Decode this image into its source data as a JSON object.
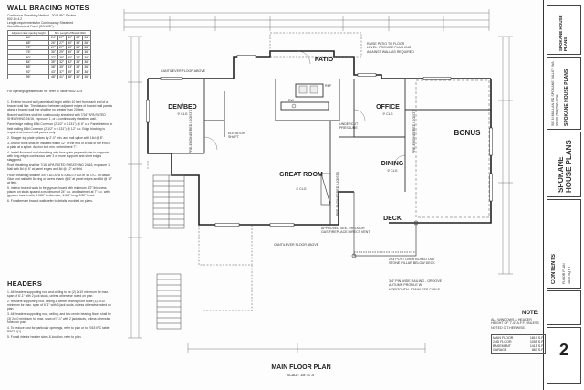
{
  "left_panel": {
    "title": "WALL BRACING NOTES",
    "method_lines": [
      "Continuous Sheathing Method - 2015 IRC Section",
      "602.10.4.2",
      "Length requirements for Continuously Sheathed",
      "Wood Structural Panel (CS-WSP)"
    ],
    "table_header": [
      "Adjacent clear opening height",
      "Min. Length of Braced Wall"
    ],
    "table_rows": [
      [
        "64\"",
        "24\"",
        "27\"",
        "30\"",
        "33\"",
        "36\""
      ],
      [
        "68\"",
        "26\"",
        "27\"",
        "30\"",
        "33\"",
        "36\""
      ],
      [
        "72\"",
        "27\"",
        "27\"",
        "30\"",
        "33\"",
        "36\""
      ],
      [
        "76\"",
        "30\"",
        "29\"",
        "30\"",
        "33\"",
        "36\""
      ],
      [
        "80\"",
        "32\"",
        "30\"",
        "30\"",
        "33\"",
        "36\""
      ],
      [
        "84\"",
        "35\"",
        "32\"",
        "32\"",
        "33\"",
        "36\""
      ],
      [
        "88\"",
        "38\"",
        "35\"",
        "33\"",
        "33\"",
        "36\""
      ],
      [
        "92\"",
        "43\"",
        "37\"",
        "35\"",
        "35\"",
        "36\""
      ],
      [
        "96\"",
        "48\"",
        "41\"",
        "38\"",
        "36\"",
        "36\""
      ]
    ],
    "opening_note": "For openings greater than 96\" refer to Table R602.10.5",
    "numbered_notes": [
      "1. Exterior braced wall panel shall begin within 10 feet from each end of a braced wall line. The distance between adjacent edges of braced wall panels along a braced wall line shall be no greater than 20 feet.",
      "Braced wall lines shall be continuously sheathed with 7/16\" APA RATED SHEATHING 24/16, exposure 1, or a continuously sheathed wall.",
      "Panel edge nailing 8 8d Common (2-1/2\" x 0.131\") @ 6\" o.c. Panel interior or field nailing 8 8d Common (2-1/2\" x 0.131\") @ 12\" o.c. Edge blocking is required at braced wall panels only.",
      "2. Stagger top plate splices by 2'-0\" min. and nail splice with 16d @ 8\".",
      "3. Anchor bolts shall be installed within 12\" of the end of a wall or the end of a plate at a splice. Anchor bolt min. embedment 7\".",
      "4. Install floor and roof sheathing with face grain perpendicular to supports with long edges continuous over 3 or more supports and short edges staggered.",
      "Roof sheathing shall be 7/16\" APA RATED SHEATHING 24/16, exposure 1. Nail with 8d @ 6\" at panel edges and 8d @ 12\" at field.",
      "Floor sheathing shall be 3/4\" T&G APA STURD-I-FLOOR 48 O.C. on basal. Glue and nail with 8d ring or screw shank @ 6\" at panel edges and 8d @ 12\" at field.",
      "5. Interior braced walls to be gypsum board with minimum 1/2\" thickness placed on studs spaced a maximum of 24\" o.c. and fastened at 7\" o.c. with gypsum board nails, 0.086\" in diameter, 1-5/8\" long, 9/32\" head.",
      "6. For alternate braced walls refer to details provided on plans."
    ],
    "headers_title": "HEADERS",
    "header_notes": [
      "1. All headers supporting roof and ceiling to be (2) 2x10 minimum for max. span of 6'-1\" with 2 jack studs, unless otherwise noted on plan.",
      "2. Headers supporting roof, ceiling & center bearing floor to be (3) 2x10 minimum for max. span of 6'-1\" with 3 jack studs, unless otherwise noted on plan.",
      "3. All headers supporting roof, ceiling, and two center bearing floors shall be (3) 2x10 minimum for max. span of 5'-1\" with 2 jack studs, unless otherwise noted on plan.",
      "4. To reduce cost for particular openings, refer to plan or to 2015 IRC table R502.5(1).",
      "5. For all interior header sizes & location, refer to plan."
    ]
  },
  "plan": {
    "rooms": [
      {
        "name": "PATIO",
        "sub": ""
      },
      {
        "name": "DEN/BED",
        "sub": "9' CLG"
      },
      {
        "name": "OFFICE",
        "sub": "9' CLG"
      },
      {
        "name": "BONUS",
        "sub": ""
      },
      {
        "name": "GREAT ROOM",
        "sub": "8' CLG"
      },
      {
        "name": "DINING",
        "sub": "9' CLG"
      },
      {
        "name": "DECK",
        "sub": ""
      }
    ],
    "callouts": [
      "RAISE PATIO TO FLOOR LEVEL. PROVIDE FLASHING AGAINST WALL AS REQUIRED",
      "ELEVATOR SHAFT",
      "UNDERCUT PRESSURE",
      "DW",
      "REF",
      "PRE-ENGINEERED I-JOISTS",
      "PRE-ENGINEERED I-JOISTS",
      "PRE-ENGINEERED I-JOISTS",
      "APPROVED SEE-THROUGH GAS FIREPLACE DIRECT VENT",
      "2X4 POST OVER BOXED OUT STONE PILLAR BELOW DECK",
      "3/4\" PIN WIDE RAILING - GROOVE AUTUMN PROFILE W/ HORIZONTAL STAINLESS CABLE",
      "CANTILEVER FLOOR ABOVE",
      "CANTILEVER FLOOR ABOVE"
    ],
    "title": "MAIN FLOOR PLAN",
    "scale": "SCALE: 1/8\"=1'-0\""
  },
  "title_block": {
    "top_vertical": "SPOKANE HOUSE PLANS",
    "company": "SPOKANE HOUSE PLANS",
    "address": "503 N MULLAN RD SPOKANE VALLEY WA 99206 (509)590-9294",
    "contents_label": "CONTENTS",
    "contents_lines": [
      "FLOOR PLAN",
      "1810 SQ FT"
    ],
    "note_title": "NOTE:",
    "note_text": "ALL WINDOWS & HEADER HEIGHT OF 7'-6\" A.F.F. UNLESS NOTED O.T.HERWISE.",
    "areas": [
      {
        "label": "MAIN FLOOR",
        "value": "1810 S.F."
      },
      {
        "label": "2ND FLOOR",
        "value": "1055 S.F."
      },
      {
        "label": "BASEMENT",
        "value": "1415 S.F."
      },
      {
        "label": "GARAGE",
        "value": "863 S.F."
      }
    ],
    "sheet_number": "2"
  }
}
